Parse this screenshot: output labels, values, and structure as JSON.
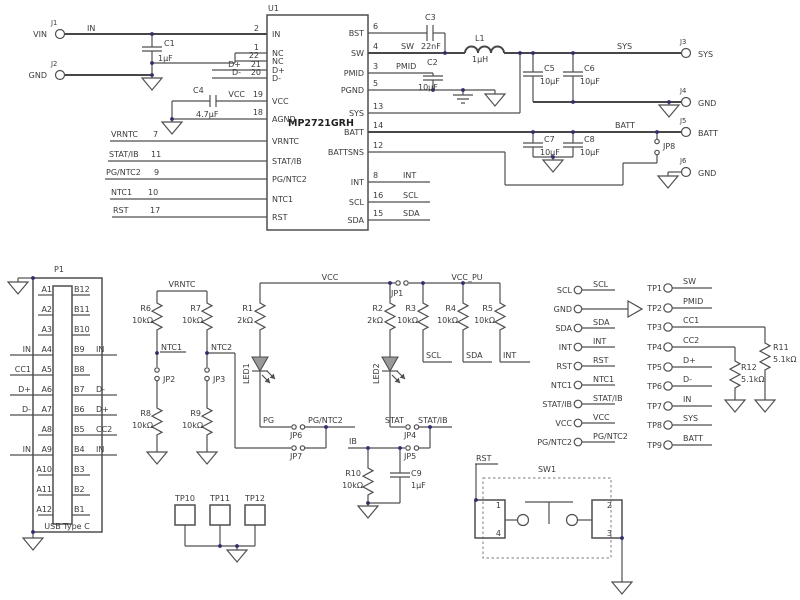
{
  "u1": {
    "ref": "U1",
    "part": "MP2721GRH",
    "left_pins": [
      {
        "num": "2",
        "name": "IN",
        "net": "IN"
      },
      {
        "num": "1",
        "name": "NC",
        "net": ""
      },
      {
        "num": "22",
        "name": "NC",
        "net": ""
      },
      {
        "num": "21",
        "name": "D+",
        "net": "D+"
      },
      {
        "num": "20",
        "name": "D-",
        "net": "D-"
      },
      {
        "num": "19",
        "name": "VCC",
        "net": "VCC"
      },
      {
        "num": "18",
        "name": "AGND",
        "net": ""
      },
      {
        "num": "7",
        "name": "VRNTC",
        "net": "VRNTC"
      },
      {
        "num": "11",
        "name": "STAT/IB",
        "net": "STAT/IB"
      },
      {
        "num": "9",
        "name": "PG/NTC2",
        "net": "PG/NTC2"
      },
      {
        "num": "10",
        "name": "NTC1",
        "net": "NTC1"
      },
      {
        "num": "17",
        "name": "RST",
        "net": "RST"
      }
    ],
    "right_pins": [
      {
        "num": "6",
        "name": "BST",
        "net": ""
      },
      {
        "num": "4",
        "name": "SW",
        "net": "SW"
      },
      {
        "num": "3",
        "name": "PMID",
        "net": "PMID"
      },
      {
        "num": "5",
        "name": "PGND",
        "net": ""
      },
      {
        "num": "13",
        "name": "SYS",
        "net": ""
      },
      {
        "num": "14",
        "name": "BATT",
        "net": ""
      },
      {
        "num": "12",
        "name": "BATTSNS",
        "net": ""
      },
      {
        "num": "8",
        "name": "INT",
        "net": "INT"
      },
      {
        "num": "16",
        "name": "SCL",
        "net": "SCL"
      },
      {
        "num": "15",
        "name": "SDA",
        "net": "SDA"
      }
    ]
  },
  "components": {
    "c1": {
      "ref": "C1",
      "val": "1µF"
    },
    "c2": {
      "ref": "C2",
      "val": "10µF"
    },
    "c3": {
      "ref": "C3",
      "val": "22nF"
    },
    "c4": {
      "ref": "C4",
      "val": "4.7µF"
    },
    "c5": {
      "ref": "C5",
      "val": "10µF"
    },
    "c6": {
      "ref": "C6",
      "val": "10µF"
    },
    "c7": {
      "ref": "C7",
      "val": "10µF"
    },
    "c8": {
      "ref": "C8",
      "val": "10µF"
    },
    "c9": {
      "ref": "C9",
      "val": "1µF"
    },
    "l1": {
      "ref": "L1",
      "val": "1µH"
    },
    "r1": {
      "ref": "R1",
      "val": "2kΩ"
    },
    "r2": {
      "ref": "R2",
      "val": "2kΩ"
    },
    "r3": {
      "ref": "R3",
      "val": "10kΩ"
    },
    "r4": {
      "ref": "R4",
      "val": "10kΩ"
    },
    "r5": {
      "ref": "R5",
      "val": "10kΩ"
    },
    "r6": {
      "ref": "R6",
      "val": "10kΩ"
    },
    "r7": {
      "ref": "R7",
      "val": "10kΩ"
    },
    "r8": {
      "ref": "R8",
      "val": "10kΩ"
    },
    "r9": {
      "ref": "R9",
      "val": "10kΩ"
    },
    "r10": {
      "ref": "R10",
      "val": "10kΩ"
    },
    "r11": {
      "ref": "R11",
      "val": "5.1kΩ"
    },
    "r12": {
      "ref": "R12",
      "val": "5.1kΩ"
    },
    "led1": {
      "ref": "LED1"
    },
    "led2": {
      "ref": "LED2"
    }
  },
  "connectors": {
    "j1": {
      "ref": "J1",
      "name": "VIN"
    },
    "j2": {
      "ref": "J2",
      "name": "GND"
    },
    "j3": {
      "ref": "J3",
      "name": "SYS"
    },
    "j4": {
      "ref": "J4",
      "name": "GND"
    },
    "j5": {
      "ref": "J5",
      "name": "BATT"
    },
    "j6": {
      "ref": "J6",
      "name": "GND"
    }
  },
  "jumpers": {
    "jp1": "JP1",
    "jp2": "JP2",
    "jp3": "JP3",
    "jp4": "JP4",
    "jp5": "JP5",
    "jp6": "JP6",
    "jp7": "JP7",
    "jp8": "JP8"
  },
  "nets": {
    "sys": "SYS",
    "batt": "BATT",
    "vrntc": "VRNTC",
    "vcc": "VCC",
    "vcc_pu": "VCC_PU",
    "ntc1": "NTC1",
    "ntc2": "NTC2",
    "scl": "SCL",
    "sda": "SDA",
    "int": "INT",
    "pg": "PG",
    "pg_ntc2": "PG/NTC2",
    "stat": "STAT",
    "stat_ib": "STAT/IB",
    "ib": "IB",
    "rst": "RST"
  },
  "p1": {
    "ref": "P1",
    "connector_type": "USB Type C",
    "rows": [
      {
        "a": "A1",
        "b": "B12",
        "anet": "",
        "bnet": ""
      },
      {
        "a": "A2",
        "b": "B11",
        "anet": "",
        "bnet": ""
      },
      {
        "a": "A3",
        "b": "B10",
        "anet": "",
        "bnet": ""
      },
      {
        "a": "A4",
        "b": "B9",
        "anet": "IN",
        "bnet": "IN"
      },
      {
        "a": "A5",
        "b": "B8",
        "anet": "CC1",
        "bnet": ""
      },
      {
        "a": "A6",
        "b": "B7",
        "anet": "D+",
        "bnet": "D-"
      },
      {
        "a": "A7",
        "b": "B6",
        "anet": "D-",
        "bnet": "D+"
      },
      {
        "a": "A8",
        "b": "B5",
        "anet": "",
        "bnet": "CC2"
      },
      {
        "a": "A9",
        "b": "B4",
        "anet": "IN",
        "bnet": "IN"
      },
      {
        "a": "A10",
        "b": "B3",
        "anet": "",
        "bnet": ""
      },
      {
        "a": "A11",
        "b": "B2",
        "anet": "",
        "bnet": ""
      },
      {
        "a": "A12",
        "b": "B1",
        "anet": "",
        "bnet": ""
      }
    ]
  },
  "header": {
    "rows": [
      {
        "label": "SCL",
        "net": "SCL"
      },
      {
        "label": "GND",
        "net": ""
      },
      {
        "label": "SDA",
        "net": "SDA"
      },
      {
        "label": "INT",
        "net": "INT"
      },
      {
        "label": "RST",
        "net": "RST"
      },
      {
        "label": "NTC1",
        "net": "NTC1"
      },
      {
        "label": "STAT/IB",
        "net": "STAT/IB"
      },
      {
        "label": "VCC",
        "net": "VCC"
      },
      {
        "label": "PG/NTC2",
        "net": "PG/NTC2"
      }
    ]
  },
  "testpoints": {
    "tps": [
      {
        "ref": "TP1",
        "net": "SW"
      },
      {
        "ref": "TP2",
        "net": "PMID"
      },
      {
        "ref": "TP3",
        "net": "CC1"
      },
      {
        "ref": "TP4",
        "net": "CC2"
      },
      {
        "ref": "TP5",
        "net": "D+"
      },
      {
        "ref": "TP6",
        "net": "D-"
      },
      {
        "ref": "TP7",
        "net": "IN"
      },
      {
        "ref": "TP8",
        "net": "SYS"
      },
      {
        "ref": "TP9",
        "net": "BATT"
      }
    ],
    "tp10": {
      "ref": "TP10"
    },
    "tp11": {
      "ref": "TP11"
    },
    "tp12": {
      "ref": "TP12"
    }
  },
  "sw1": {
    "ref": "SW1",
    "pins": {
      "p1": "1",
      "p2": "2",
      "p3": "3",
      "p4": "4"
    }
  }
}
